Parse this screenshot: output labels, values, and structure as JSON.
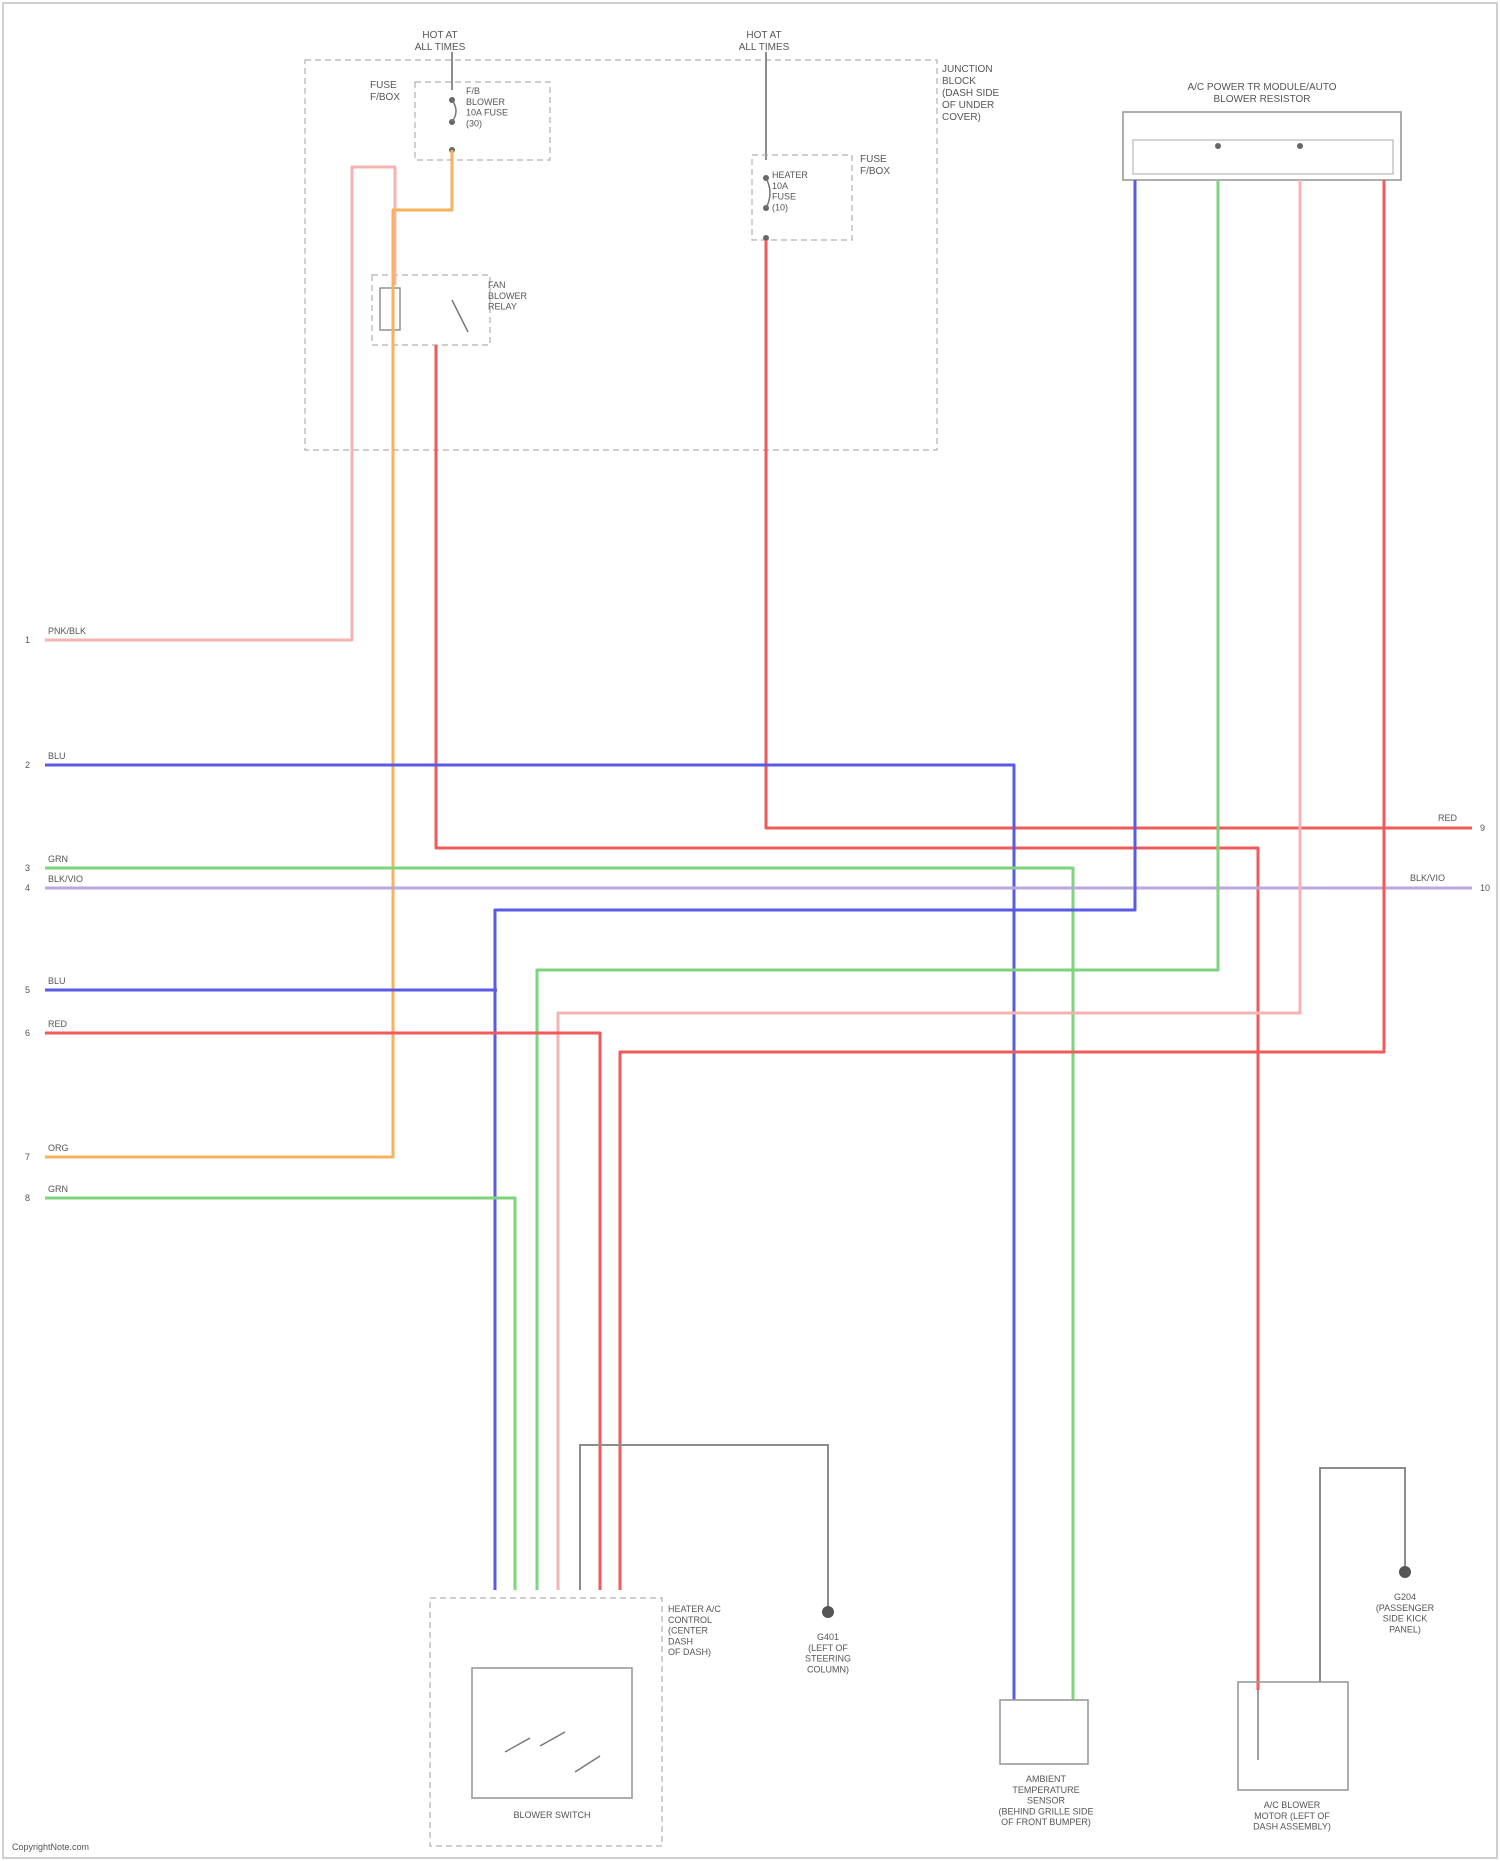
{
  "colors": {
    "red": "#ef5b5b",
    "pink": "#f6b3b3",
    "blue": "#5a5ae6",
    "green": "#7ed37e",
    "orange": "#f6b25c",
    "violet": "#b9a8dc",
    "gray": "#8c8c8c"
  },
  "labels": {
    "hot_at_all_times_left": "HOT AT\nALL TIMES",
    "hot_at_all_times_right": "HOT AT\nALL TIMES",
    "fuse_left": "FUSE\nF/BOX",
    "fuse_left_detail": "F/B\nBLOWER\n10A FUSE\n(30)",
    "fuse_right": "FUSE\nF/BOX",
    "fuse_right_detail": "HEATER\n10A\nFUSE\n(10)",
    "relay": "FAN\nBLOWER\nRELAY",
    "junction_block": "JUNCTION\nBLOCK\n(DASH SIDE\nOF UNDER\nCOVER)",
    "amp_module": "A/C POWER TR MODULE/AUTO\nBLOWER RESISTOR",
    "blower_switch": "BLOWER SWITCH",
    "switch_side": "HEATER A/C\nCONTROL\n(CENTER\nDASH\nOF DASH)",
    "ground_left": "G401\n(LEFT OF\nSTEERING\nCOLUMN)",
    "ambient_sensor": "AMBIENT\nTEMPERATURE\nSENSOR\n(BEHIND GRILLE SIDE\nOF FRONT BUMPER)",
    "blower_motor": "A/C BLOWER\nMOTOR (LEFT OF\nDASH ASSEMBLY)",
    "ground_right": "G204\n(PASSENGER\nSIDE KICK\nPANEL)",
    "footer": "CopyrightNote.com"
  },
  "left_wires": [
    {
      "num": "1",
      "name": "PNK/BLK"
    },
    {
      "num": "2",
      "name": "BLU"
    },
    {
      "num": "3",
      "name": "GRN"
    },
    {
      "num": "4",
      "name": "BLK/VIO"
    },
    {
      "num": "5",
      "name": "BLU"
    },
    {
      "num": "6",
      "name": "RED"
    },
    {
      "num": "7",
      "name": "ORG"
    },
    {
      "num": "8",
      "name": "GRN"
    }
  ],
  "right_wires": [
    {
      "num": "9",
      "name": "RED"
    },
    {
      "num": "10",
      "name": "BLK/VIO"
    }
  ]
}
